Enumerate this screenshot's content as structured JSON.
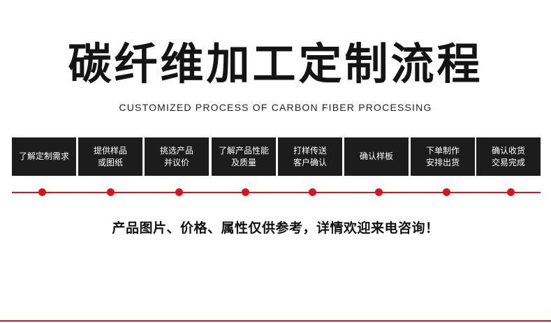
{
  "title": "碳纤维加工定制流程",
  "subtitle": "CUSTOMIZED PROCESS OF CARBON FIBER PROCESSING",
  "steps": [
    {
      "label": "了解定制需求"
    },
    {
      "label": "提供样品\n或图纸"
    },
    {
      "label": "挑选产品\n并议价"
    },
    {
      "label": "了解产品性能\n及质量"
    },
    {
      "label": "打样传送\n客户确认"
    },
    {
      "label": "确认样板"
    },
    {
      "label": "下单制作\n安排出货"
    },
    {
      "label": "确认收货\n交易完成"
    }
  ],
  "note": "产品图片、价格、属性仅供参考，详情欢迎来电咨询！",
  "colors": {
    "accent": "#d7141c",
    "step_bg": "#1c1c1c"
  }
}
